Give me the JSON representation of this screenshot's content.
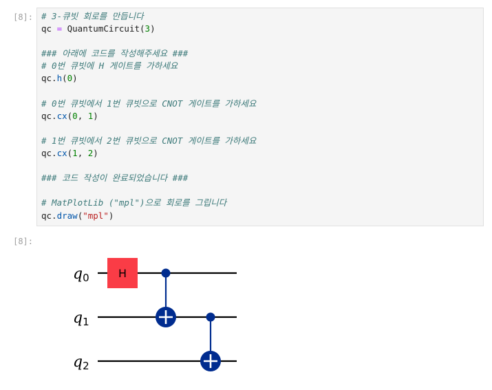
{
  "cell": {
    "in_prompt": "[8]:",
    "out_prompt": "[8]:"
  },
  "code_lines": [
    [
      {
        "t": "# 3-큐빗 회로를 만듭니다",
        "k": "c"
      }
    ],
    [
      {
        "t": "qc ",
        "k": ""
      },
      {
        "t": "=",
        "k": "op"
      },
      {
        "t": " QuantumCircuit(",
        "k": ""
      },
      {
        "t": "3",
        "k": "n"
      },
      {
        "t": ")",
        "k": ""
      }
    ],
    [],
    [
      {
        "t": "### 아래에 코드를 작성해주세요 ###",
        "k": "c"
      }
    ],
    [
      {
        "t": "# 0번 큐빗에 H 게이트를 가하세요",
        "k": "c"
      }
    ],
    [
      {
        "t": "qc.",
        "k": ""
      },
      {
        "t": "h",
        "k": "fn"
      },
      {
        "t": "(",
        "k": ""
      },
      {
        "t": "0",
        "k": "n"
      },
      {
        "t": ")",
        "k": ""
      }
    ],
    [],
    [
      {
        "t": "# 0번 큐빗에서 1번 큐빗으로 CNOT 게이트를 가하세요",
        "k": "c"
      }
    ],
    [
      {
        "t": "qc.",
        "k": ""
      },
      {
        "t": "cx",
        "k": "fn"
      },
      {
        "t": "(",
        "k": ""
      },
      {
        "t": "0",
        "k": "n"
      },
      {
        "t": ", ",
        "k": ""
      },
      {
        "t": "1",
        "k": "n"
      },
      {
        "t": ")",
        "k": ""
      }
    ],
    [],
    [
      {
        "t": "# 1번 큐빗에서 2번 큐빗으로 CNOT 게이트를 가하세요",
        "k": "c"
      }
    ],
    [
      {
        "t": "qc.",
        "k": ""
      },
      {
        "t": "cx",
        "k": "fn"
      },
      {
        "t": "(",
        "k": ""
      },
      {
        "t": "1",
        "k": "n"
      },
      {
        "t": ", ",
        "k": ""
      },
      {
        "t": "2",
        "k": "n"
      },
      {
        "t": ")",
        "k": ""
      }
    ],
    [],
    [
      {
        "t": "### 코드 작성이 완료되었습니다 ###",
        "k": "c"
      }
    ],
    [],
    [
      {
        "t": "# MatPlotLib (\"mpl\")으로 회로를 그립니다",
        "k": "c"
      }
    ],
    [
      {
        "t": "qc.",
        "k": ""
      },
      {
        "t": "draw",
        "k": "fn"
      },
      {
        "t": "(",
        "k": ""
      },
      {
        "t": "\"mpl\"",
        "k": "s"
      },
      {
        "t": ")",
        "k": ""
      }
    ]
  ],
  "circuit": {
    "qubit_base": "q",
    "qubits": [
      "0",
      "1",
      "2"
    ],
    "gates": [
      {
        "type": "H",
        "label": "H",
        "target": 0
      },
      {
        "type": "CX",
        "control": 0,
        "target": 1
      },
      {
        "type": "CX",
        "control": 1,
        "target": 2
      }
    ],
    "colors": {
      "h_gate": "#fa3c46",
      "cx_gate": "#002c8f",
      "wire": "#000000"
    }
  }
}
